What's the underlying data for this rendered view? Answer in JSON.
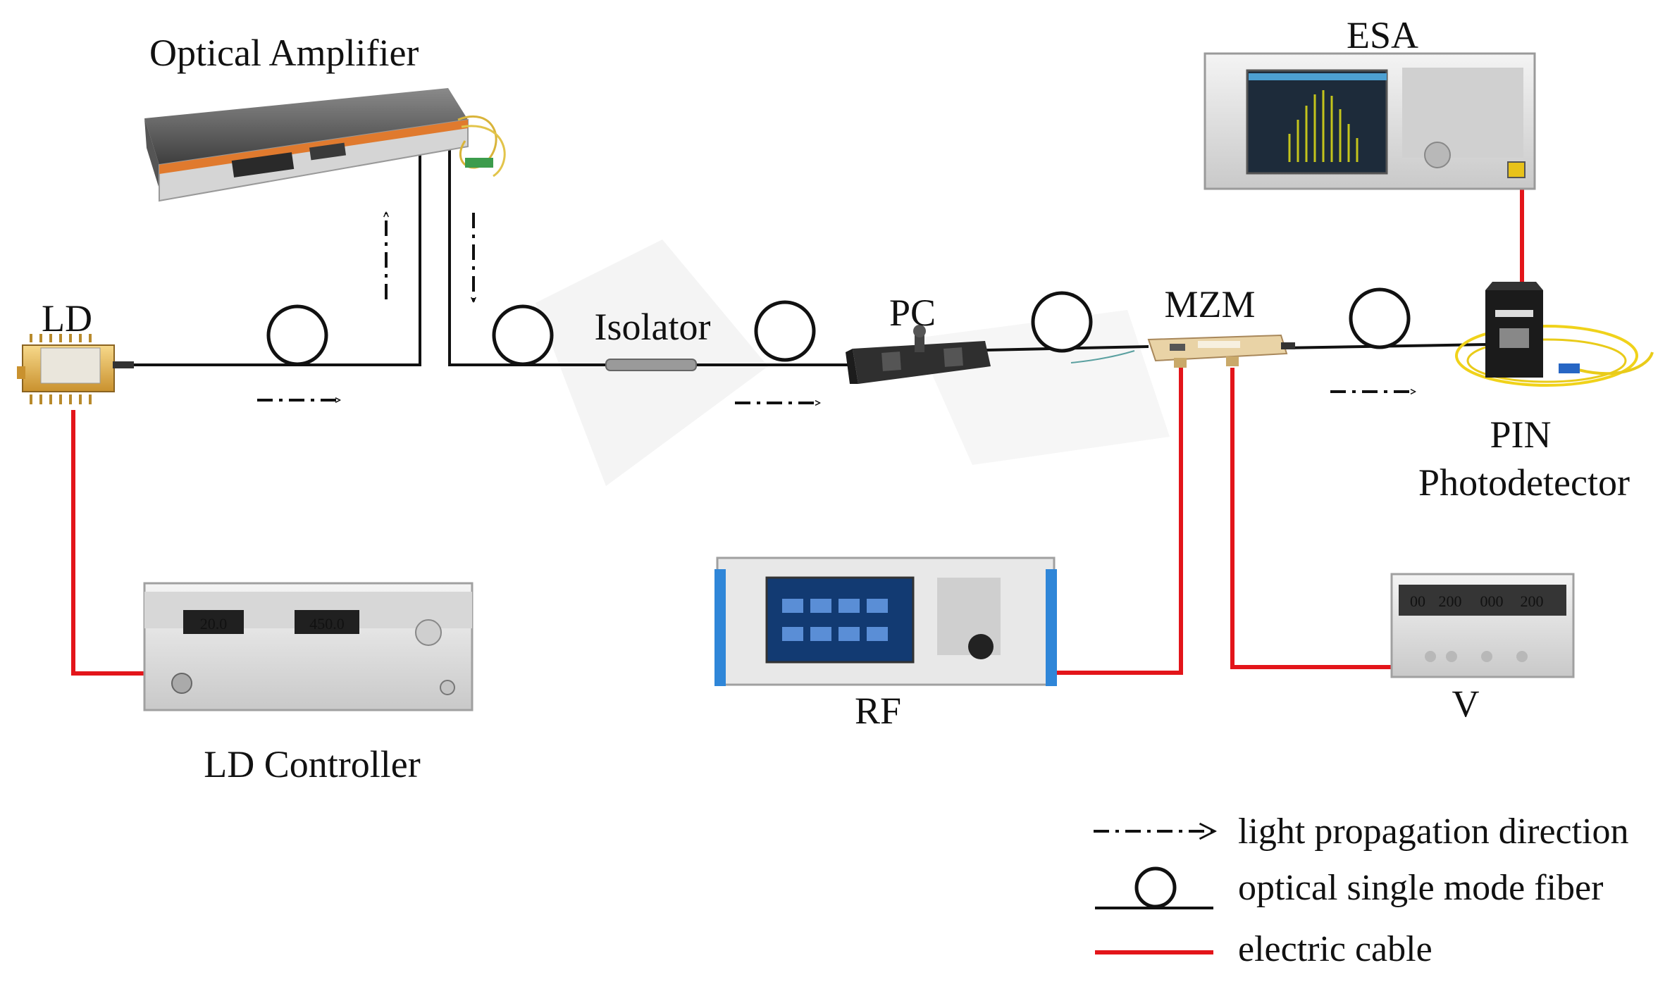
{
  "labels": {
    "optical_amplifier": "Optical Amplifier",
    "esa": "ESA",
    "ld": "LD",
    "isolator": "Isolator",
    "pc": "PC",
    "mzm": "MZM",
    "pin": "PIN",
    "photodetector": "Photodetector",
    "rf": "RF",
    "v": "V",
    "ld_controller": "LD Controller"
  },
  "legend": {
    "light": "light propagation direction",
    "fiber": "optical single mode fiber",
    "cable": "electric cable"
  },
  "displays": {
    "ld_temp": "20.0",
    "ld_current": "450.0",
    "psu_1": "00",
    "psu_2": "200",
    "psu_3": "000",
    "psu_4": "200"
  },
  "colors": {
    "electric_cable": "#e3151a",
    "fiber": "#111111"
  }
}
